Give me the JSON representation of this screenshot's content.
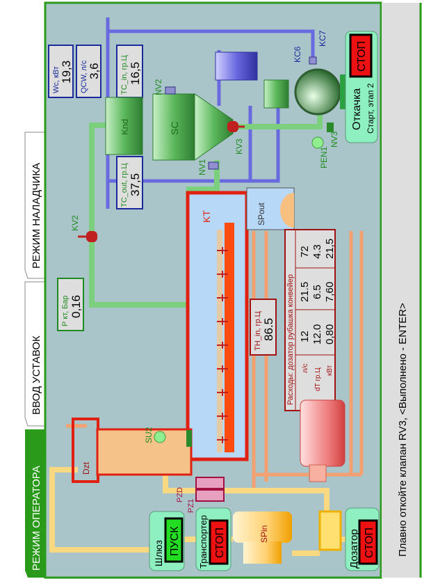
{
  "tabs": [
    {
      "label": "РЕЖИМ ОПЕРАТОРА",
      "active": true
    },
    {
      "label": "ВВОД УСТАВОК",
      "active": false
    },
    {
      "label": "РЕЖИМ НАЛАДЧИКА",
      "active": false
    }
  ],
  "readouts": {
    "wc": {
      "label": "Wc, кВт",
      "value": "19,3"
    },
    "qcw": {
      "label": "QCW, л/с",
      "value": "3,6"
    },
    "tc_in": {
      "label": "TC_in, гр.Ц",
      "value": "16,5"
    },
    "tc_out": {
      "label": "TC_out, гр.Ц",
      "value": "37,5"
    },
    "p_kt": {
      "label": "P кт, Бар",
      "value": "0,16"
    },
    "th_in": {
      "label": "TH_in, гр.Ц",
      "value": "86.5"
    }
  },
  "equipment": {
    "knd": "Knd",
    "sc": "SC",
    "kt": "KT",
    "spout": "SPout",
    "spin": "SPin",
    "dzt": "Dzt"
  },
  "tags": {
    "nv1": "NV1",
    "nv2": "NV2",
    "nv3": "NV3",
    "kv2": "KV2",
    "kv3": "KV3",
    "kc6": "KC6",
    "kc7": "KC7",
    "pen1": "PEN1",
    "su2": "SU2",
    "pzd": "PZD",
    "pz1": "PZ1"
  },
  "flow_table": {
    "title": "Расходы: дозатор рубашка конвейер",
    "units": [
      "л/с",
      "dT гр.Ц",
      "кВт"
    ],
    "columns": [
      [
        "12",
        "12.0",
        "0,80"
      ],
      [
        "21.5",
        "6.5",
        "7,60"
      ],
      [
        "72",
        "4.3",
        "21,5"
      ]
    ]
  },
  "controls": {
    "shlyuz": {
      "label": "Шлюз",
      "button": "ПУСК",
      "state_color": "#22dd22"
    },
    "transporter": {
      "label": "Транспортер",
      "button": "СТОП",
      "state_color": "#ee1111"
    },
    "dozator": {
      "label": "Дозатор",
      "button": "СТОП",
      "state_color": "#ee1111"
    },
    "otkachka": {
      "label": "Откачка",
      "status": "Старт, этап 2",
      "button": "СТОП",
      "state_color": "#ee1111"
    }
  },
  "status_message": "Плавно откойте клапан RV3, <Выполнено - ENTER>",
  "colors": {
    "panel_bg": "#a9c5c9",
    "accent_green": "#2a9a1a",
    "steam_green": "#7ccf7c",
    "water_blue": "#6a6ae0",
    "hot_red": "#e02010",
    "product_yellow": "#f8d880"
  }
}
